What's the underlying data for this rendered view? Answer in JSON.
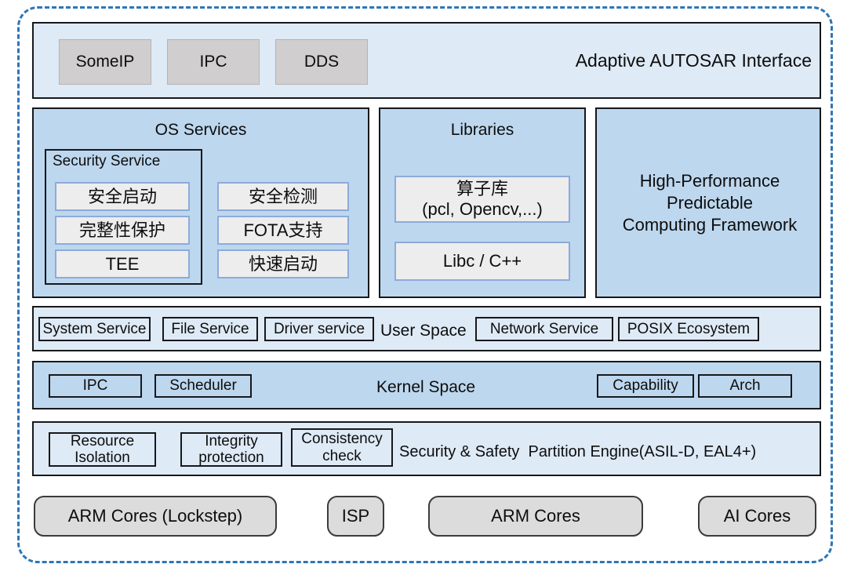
{
  "diagram": {
    "title_visible": false,
    "colors": {
      "outer_border": "#2E75B6",
      "panel_pale": "#DEEAF6",
      "panel_mid": "#BDD7EE",
      "chip_gray": "#D0CECE",
      "chip_core": "#DCDCDC",
      "chip_soft": "#EDEDED",
      "chip_soft_border": "#8EAADB",
      "outline": "#17181a"
    }
  },
  "adaptive_layer": {
    "label": "Adaptive AUTOSAR Interface",
    "chips": [
      {
        "label": "SomeIP"
      },
      {
        "label": "IPC"
      },
      {
        "label": "DDS"
      }
    ]
  },
  "os_services": {
    "title": "OS Services",
    "security_service": {
      "label": "Security Service",
      "items": [
        {
          "label": "安全启动"
        },
        {
          "label": "完整性保护"
        },
        {
          "label": "TEE"
        }
      ]
    },
    "other_items": [
      {
        "label": "安全检测"
      },
      {
        "label": "FOTA支持"
      },
      {
        "label": "快速启动"
      }
    ]
  },
  "libraries": {
    "title": "Libraries",
    "items": [
      {
        "label": "算子库\n(pcl, Opencv,...)"
      },
      {
        "label": "Libc / C++"
      }
    ]
  },
  "computing_framework": {
    "label": "High-Performance\nPredictable\nComputing Framework"
  },
  "user_space": {
    "label": "User Space",
    "left_boxes": [
      {
        "label": "System Service"
      },
      {
        "label": "File Service"
      },
      {
        "label": "Driver service"
      }
    ],
    "right_boxes": [
      {
        "label": "Network Service"
      },
      {
        "label": "POSIX Ecosystem"
      }
    ]
  },
  "kernel_space": {
    "label": "Kernel Space",
    "left_boxes": [
      {
        "label": "IPC"
      },
      {
        "label": "Scheduler"
      }
    ],
    "right_boxes": [
      {
        "label": "Capability"
      },
      {
        "label": "Arch"
      }
    ]
  },
  "security_safety": {
    "label": "Security & Safety  Partition Engine(ASIL-D, EAL4+)",
    "boxes": [
      {
        "label": "Resource\nIsolation"
      },
      {
        "label": "Integrity\nprotection"
      },
      {
        "label": "Consistency\ncheck"
      }
    ]
  },
  "hardware": {
    "cores": [
      {
        "label": "ARM Cores (Lockstep)"
      },
      {
        "label": "ISP"
      },
      {
        "label": "ARM Cores"
      },
      {
        "label": "AI Cores"
      }
    ]
  }
}
